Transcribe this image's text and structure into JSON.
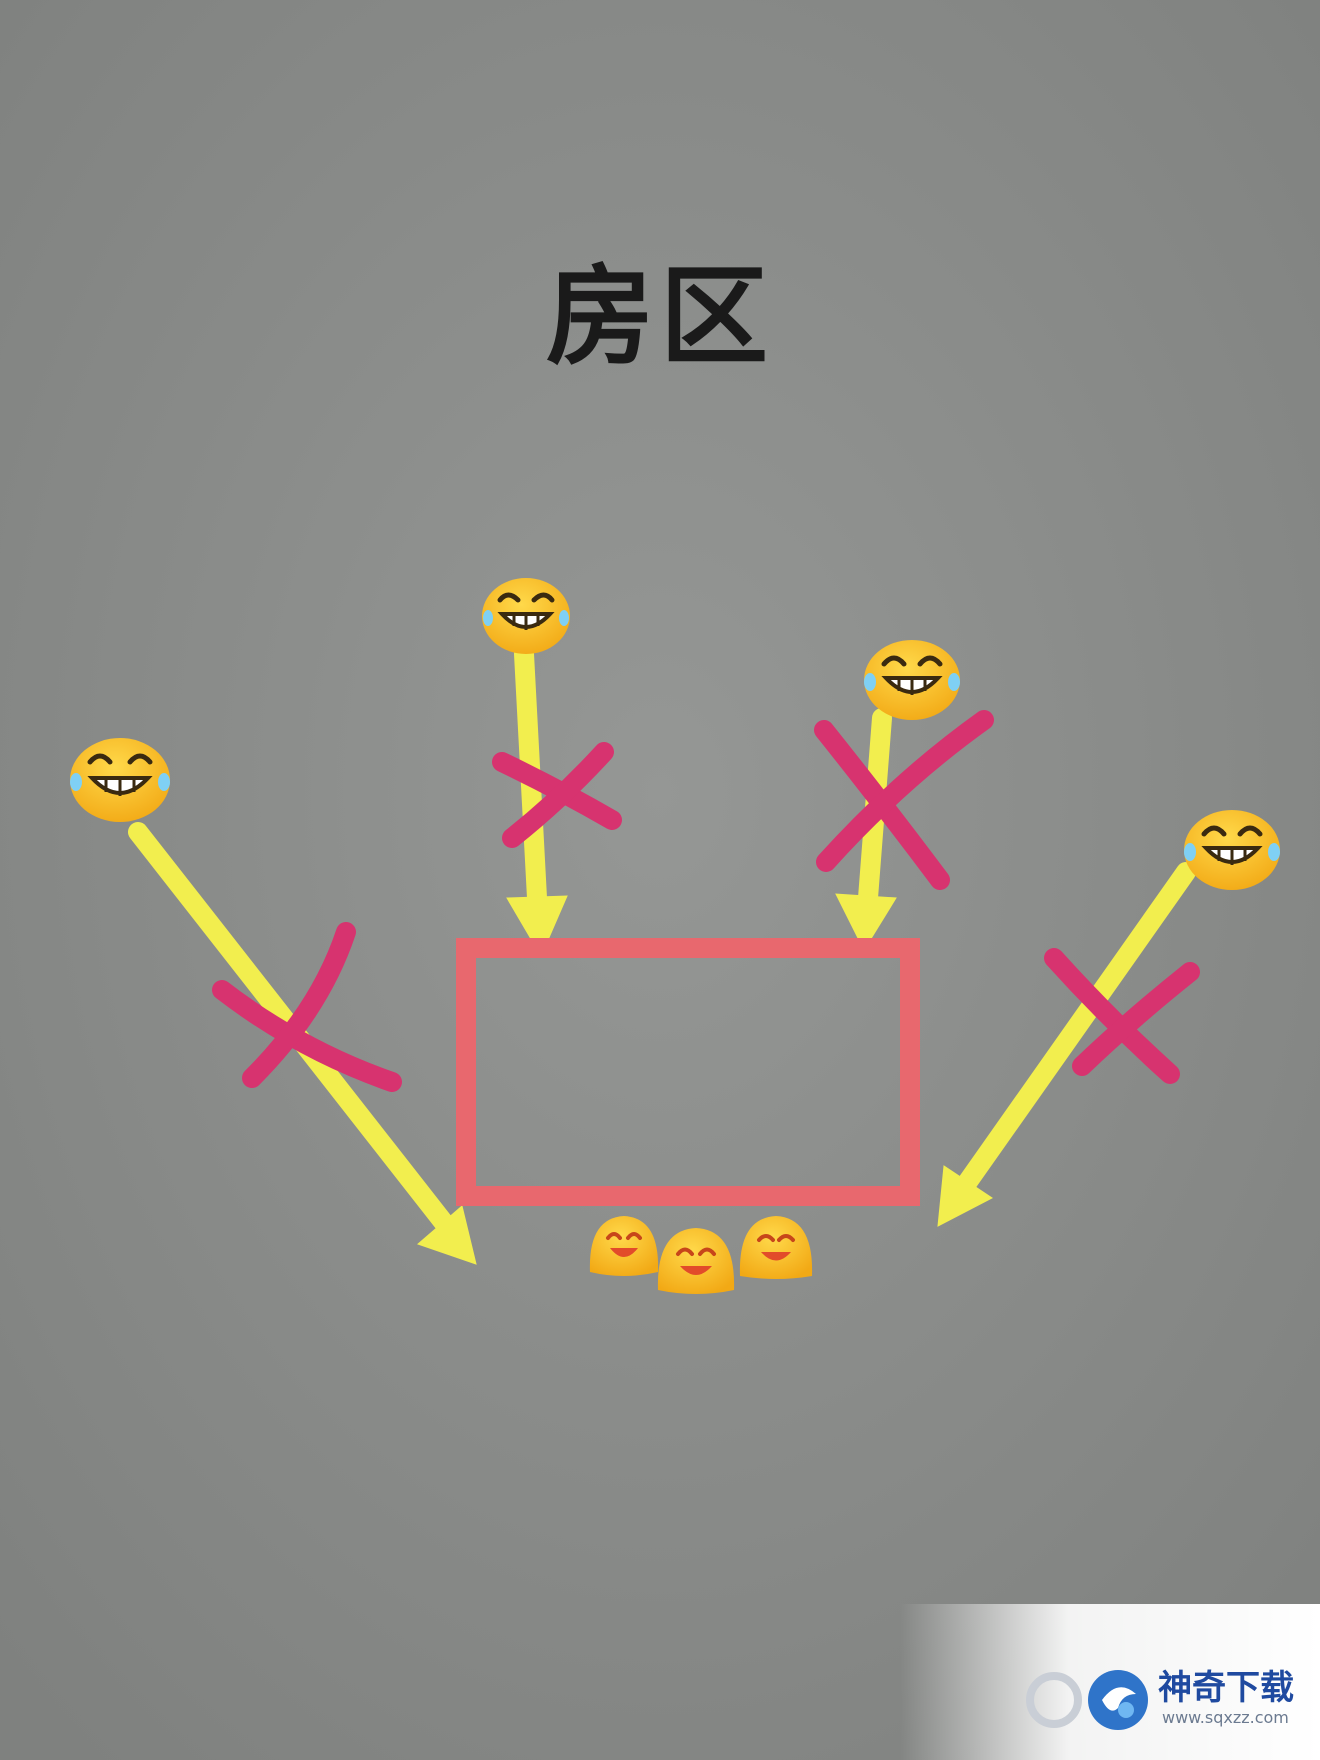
{
  "title": "房区",
  "watermark": {
    "name": "神奇下载",
    "url": "www.sqxzz.com"
  },
  "colors": {
    "background": "#8b8d8b",
    "arrow": "#f2ee4e",
    "cross": "#d7336f",
    "house_box": "#e8686e",
    "emoji_face": "#f5b91c"
  },
  "icons": {
    "person": "grinning-face-icon",
    "blocked": "cross-mark-icon",
    "crowd": "smiling-face-icon"
  }
}
